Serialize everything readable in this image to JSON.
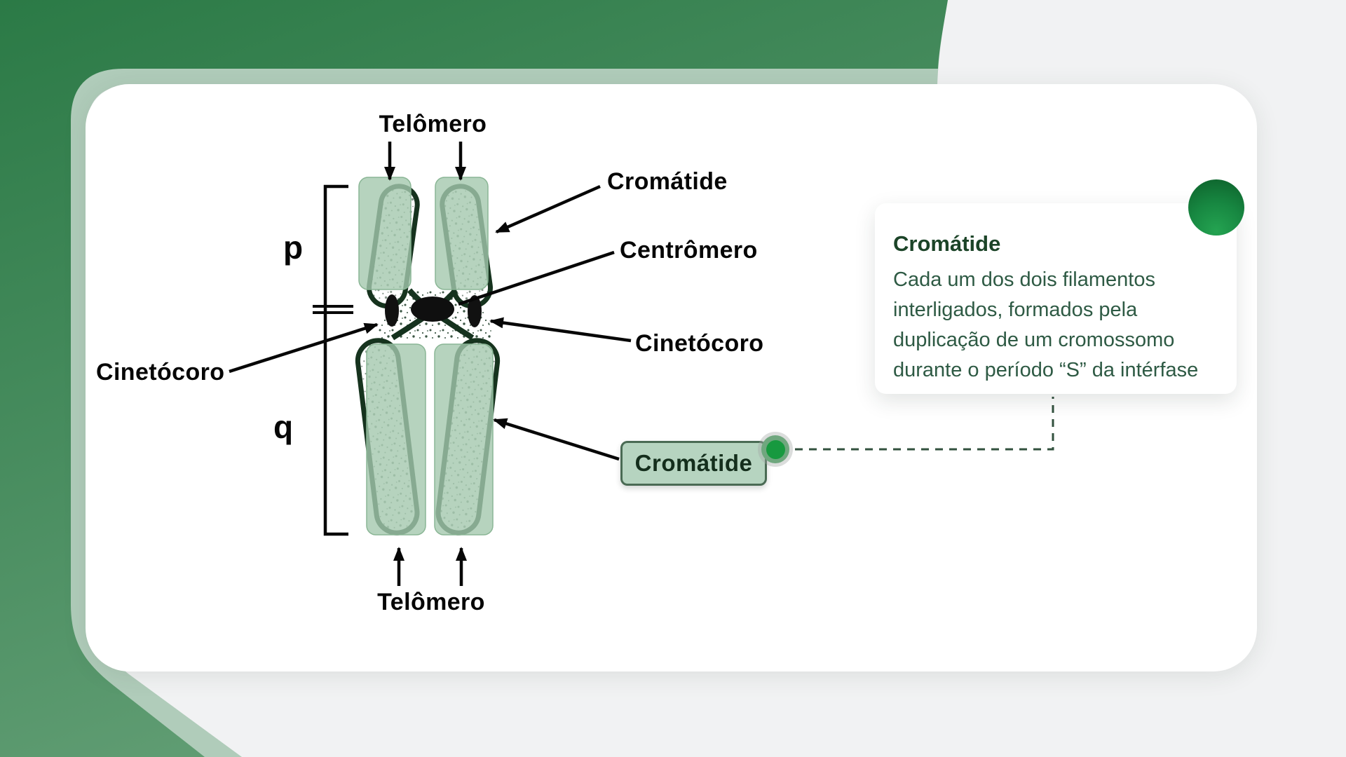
{
  "language": "pt-BR",
  "theme": {
    "brand_green": "#2e7d49",
    "ring_green": "#b0ccba",
    "page_bg": "#f1f2f3",
    "card_bg": "#ffffff",
    "ink": "#14301d",
    "accent_green": "#17993f",
    "highlight_green": "#a4c8ae"
  },
  "diagram": {
    "labels": {
      "telomere_top": "Telômero",
      "telomere_bottom": "Telômero",
      "chromatid": "Cromátide",
      "centromere": "Centrômero",
      "kinetochore_left": "Cinetócoro",
      "kinetochore_right": "Cinetócoro",
      "arm_short": "p",
      "arm_long": "q"
    },
    "chip": {
      "label": "Cromátide"
    }
  },
  "tooltip": {
    "title": "Cromátide",
    "lines": [
      "Cada um dos dois filamentos",
      "interligados, formados pela",
      "duplicação de um cromossomo",
      "durante o período “S” da intérfase"
    ]
  }
}
